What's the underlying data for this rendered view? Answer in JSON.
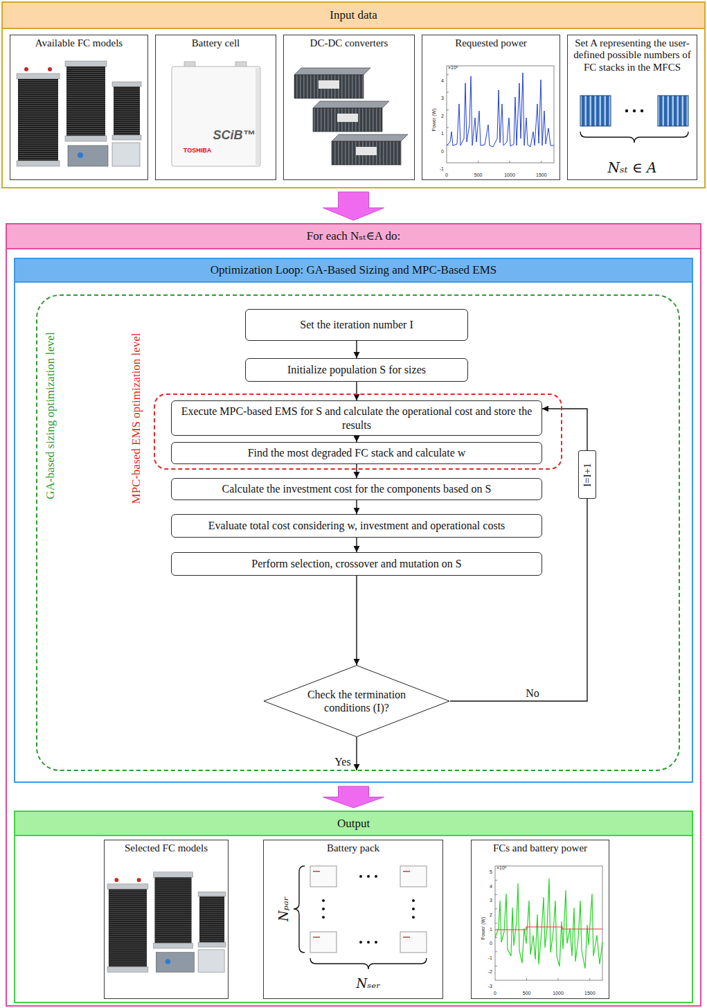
{
  "diagram": {
    "nodes": [
      {
        "text": [
          "Input data"
        ]
      },
      {
        "text": [
          "Available FC models"
        ],
        "in": 0
      },
      {
        "text": [
          "Battery cell"
        ],
        "in": 0
      },
      {
        "text": [
          "DC-DC converters"
        ],
        "in": 0
      },
      {
        "text": [
          "Requested power"
        ],
        "in": 0
      },
      {
        "text": [
          "Set A representing the user-defined possible numbers of FC stacks in the MFCS",
          "Nₛₜ ∈ A"
        ],
        "in": 0
      },
      {
        "text": [
          "For each Nₛₜ∈A do:"
        ]
      },
      {
        "text": [
          "Optimization Loop: GA-Based Sizing and MPC-Based EMS"
        ],
        "in": 6
      },
      {
        "text": [
          "GA-based sizing optimization level"
        ],
        "in": 7
      },
      {
        "text": [
          "MPC-based EMS optimization level"
        ],
        "in": 8
      },
      {
        "text": [
          "Set the iteration number I"
        ],
        "in": 8
      },
      {
        "text": [
          "Initialize population S for sizes"
        ],
        "in": 8
      },
      {
        "text": [
          "Execute MPC-based EMS for S and calculate the operational cost and store the results"
        ],
        "in": 9
      },
      {
        "text": [
          "Find the most degraded FC stack and calculate w"
        ],
        "in": 9
      },
      {
        "text": [
          "Calculate the investment cost for the components based on S"
        ],
        "in": 8
      },
      {
        "text": [
          "Evaluate total cost considering w, investment and operational costs"
        ],
        "in": 8
      },
      {
        "text": [
          "Perform selection, crossover and mutation on S"
        ],
        "in": 8
      },
      {
        "text": [
          "Check the termination conditions (I)?"
        ],
        "in": 8
      },
      {
        "text": [
          "I=I+1"
        ],
        "in": 8
      },
      {
        "text": [
          "Output"
        ],
        "in": 6
      },
      {
        "text": [
          "Selected FC models"
        ],
        "in": 19
      },
      {
        "text": [
          "Battery pack"
        ],
        "in": 19
      },
      {
        "text": [
          "FCs and battery power"
        ],
        "in": 19
      }
    ],
    "edges": [
      {
        "from": 0,
        "to": 6,
        "arrow": "to"
      },
      {
        "from": 10,
        "to": 11,
        "arrow": "to"
      },
      {
        "from": 11,
        "to": 12,
        "arrow": "to"
      },
      {
        "from": 12,
        "to": 13,
        "arrow": "to"
      },
      {
        "from": 13,
        "to": 14,
        "arrow": "to"
      },
      {
        "from": 14,
        "to": 15,
        "arrow": "to"
      },
      {
        "from": 15,
        "to": 16,
        "arrow": "to"
      },
      {
        "from": 16,
        "to": 17,
        "arrow": "to"
      },
      {
        "from": 17,
        "to": 18,
        "label": "No",
        "arrow": "none"
      },
      {
        "from": 18,
        "to": 12,
        "arrow": "to"
      },
      {
        "from": 17,
        "to": 8,
        "label": "Yes",
        "arrow": "to"
      },
      {
        "from": 7,
        "to": 19,
        "arrow": "to"
      }
    ],
    "labels": [
      "TOSHIBA",
      "SCiB™",
      "×10⁵",
      "4",
      "3",
      "2",
      "1",
      "0",
      "-1",
      "0",
      "500",
      "1000",
      "1500",
      "Power (W)",
      "Nₚₐᵣ",
      "Nₛₑᵣ",
      "×10⁵",
      "5",
      "4",
      "3",
      "2",
      "1",
      "0",
      "-1",
      "-2",
      "-3",
      "0",
      "500",
      "1000",
      "1500",
      "Power (W)"
    ]
  }
}
